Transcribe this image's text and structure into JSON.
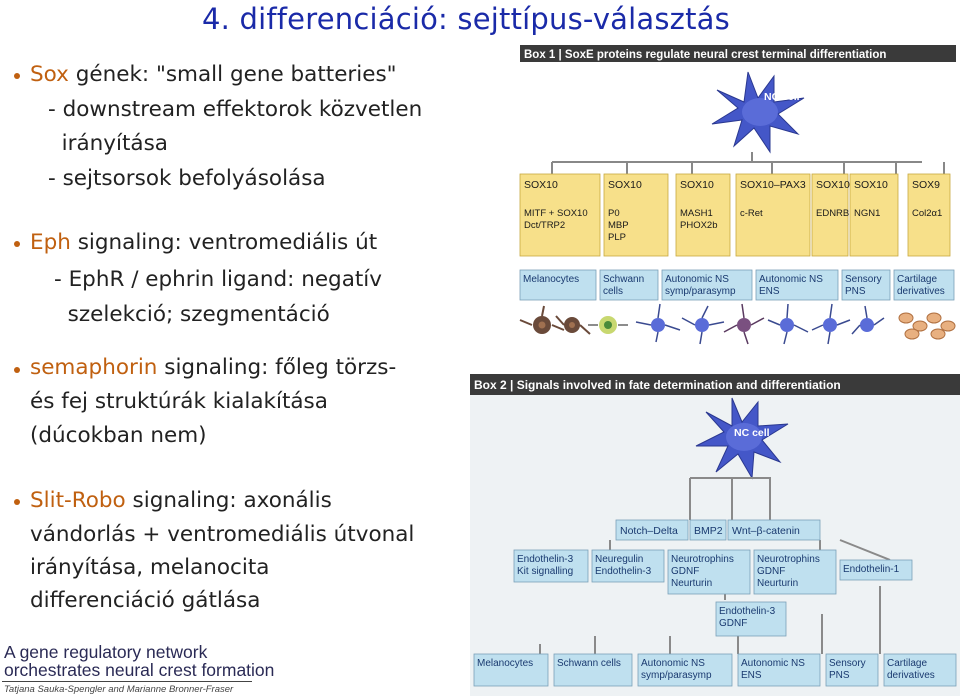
{
  "slide": {
    "title": "4. differenciáció: sejttípus-választás",
    "bullets": [
      {
        "keyword": "Sox",
        "rest": " gének: \"small gene batteries\"",
        "sub": [
          "- downstream effektorok közvetlen",
          "  irányítása",
          "- sejtsorsok befolyásolása"
        ]
      },
      {
        "keyword": "Eph",
        "rest": " signaling: ventromediális út",
        "sub": [
          "- EphR / ephrin ligand: negatív",
          "  szelekció; szegmentáció"
        ]
      },
      {
        "keyword": "semaphorin",
        "rest": " signaling: főleg törzs-",
        "sub": [
          "és fej struktúrák kialakítása",
          "(dúcokban nem)"
        ]
      },
      {
        "keyword": "Slit-Robo",
        "rest": " signaling: axonális",
        "sub": [
          "vándorlás + ventromediális útvonal",
          "irányítása, melanocita",
          "differenciáció gátlása"
        ]
      }
    ],
    "footer": {
      "line1": "A gene regulatory network",
      "line2": "orchestrates neural crest formation",
      "authors": "Tatjana Sauka-Spengler and Marianne Bronner-Fraser"
    }
  },
  "box1": {
    "header": "Box 1 | SoxE proteins regulate neural crest terminal differentiation",
    "nc_cell": "NC cell",
    "factor_boxes": [
      {
        "top": "SOX10",
        "lines": [
          "MITF + SOX10",
          "Dct/TRP2"
        ]
      },
      {
        "top": "SOX10",
        "lines": [
          "P0",
          "MBP",
          "PLP"
        ]
      },
      {
        "top": "SOX10",
        "lines": [
          "MASH1",
          "PHOX2b"
        ]
      },
      {
        "top": "SOX10–PAX3",
        "lines": [
          "c-Ret"
        ]
      },
      {
        "top": "SOX10",
        "lines": [
          "EDNRB"
        ]
      },
      {
        "top": "SOX10",
        "lines": [
          "NGN1"
        ]
      },
      {
        "top": "SOX9",
        "lines": [
          "Col2α1"
        ]
      }
    ],
    "fates": [
      {
        "lines": [
          "Melanocytes"
        ]
      },
      {
        "lines": [
          "Schwann",
          "cells"
        ]
      },
      {
        "lines": [
          "Autonomic NS",
          "symp/parasymp"
        ]
      },
      {
        "lines": [
          "Autonomic NS",
          "ENS"
        ]
      },
      {
        "lines": [
          "Sensory",
          "PNS"
        ]
      },
      {
        "lines": [
          "Cartilage",
          "derivatives"
        ]
      }
    ]
  },
  "box2": {
    "header": "Box 2 | Signals involved in fate determination and differentiation",
    "nc_cell": "NC cell",
    "signals_top": [
      "Notch–Delta",
      "BMP2",
      "Wnt–β-catenin"
    ],
    "signals_mid": [
      {
        "lines": [
          "Endothelin-3",
          "Kit signalling"
        ]
      },
      {
        "lines": [
          "Neuregulin",
          "Endothelin-3"
        ]
      },
      {
        "lines": [
          "Neurotrophins",
          "GDNF",
          "Neurturin"
        ]
      },
      {
        "lines": [
          "Neurotrophins",
          "GDNF",
          "Neurturin"
        ]
      },
      {
        "lines": [
          "Endothelin-1"
        ]
      }
    ],
    "signal_low": {
      "lines": [
        "Endothelin-3",
        "GDNF"
      ]
    },
    "fates": [
      {
        "lines": [
          "Melanocytes"
        ]
      },
      {
        "lines": [
          "Schwann cells"
        ]
      },
      {
        "lines": [
          "Autonomic NS",
          "symp/parasymp"
        ]
      },
      {
        "lines": [
          "Autonomic NS",
          "ENS"
        ]
      },
      {
        "lines": [
          "Sensory",
          "PNS"
        ]
      },
      {
        "lines": [
          "Cartilage",
          "derivatives"
        ]
      }
    ]
  },
  "colors": {
    "title": "#1a2aa8",
    "accent": "#c06010",
    "box_fill": "#bfe0ef",
    "factor_fill": "#f7e08a",
    "header_fill": "#3a3a3a",
    "panel_bg": "#eef2f4",
    "node_fill": "#3c4fc0"
  }
}
